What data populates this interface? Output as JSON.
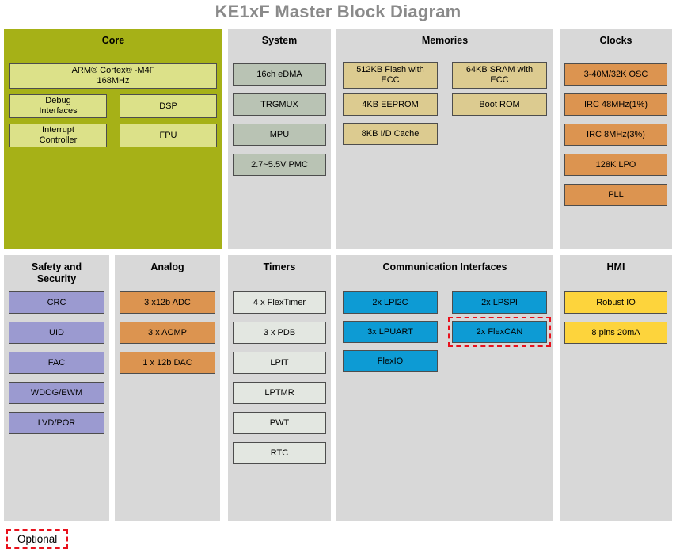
{
  "title": "KE1xF Master Block Diagram",
  "optional_label": "Optional",
  "core": {
    "title": "Core",
    "cpu": "ARM® Cortex® -M4F\n168MHz",
    "blocks": [
      "Debug\nInterfaces",
      "DSP",
      "Interrupt\nController",
      "FPU"
    ]
  },
  "system": {
    "title": "System",
    "blocks": [
      "16ch eDMA",
      "TRGMUX",
      "MPU",
      "2.7~5.5V PMC"
    ]
  },
  "memories": {
    "title": "Memories",
    "col1": [
      "512KB Flash with\nECC",
      "4KB EEPROM",
      "8KB I/D Cache"
    ],
    "col2": [
      "64KB SRAM with\nECC",
      "Boot ROM"
    ]
  },
  "clocks": {
    "title": "Clocks",
    "blocks": [
      "3-40M/32K OSC",
      "IRC 48MHz(1%)",
      "IRC 8MHz(3%)",
      "128K LPO",
      "PLL"
    ]
  },
  "safety": {
    "title": "Safety and\nSecurity",
    "blocks": [
      "CRC",
      "UID",
      "FAC",
      "WDOG/EWM",
      "LVD/POR"
    ]
  },
  "analog": {
    "title": "Analog",
    "blocks": [
      "3 x12b ADC",
      "3 x ACMP",
      "1 x 12b DAC"
    ]
  },
  "timers": {
    "title": "Timers",
    "blocks": [
      "4 x FlexTimer",
      "3 x PDB",
      "LPIT",
      "LPTMR",
      "PWT",
      "RTC"
    ]
  },
  "comm": {
    "title": "Communication Interfaces",
    "col1": [
      "2x LPI2C",
      "3x LPUART",
      "FlexIO"
    ],
    "col2": [
      "2x LPSPI",
      "2x FlexCAN"
    ]
  },
  "hmi": {
    "title": "HMI",
    "blocks": [
      "Robust IO",
      "8 pins 20mA"
    ]
  },
  "colors": {
    "core_panel": "#a6b117",
    "core_block": "#dce189",
    "system_block": "#b9c3b4",
    "memory_block": "#dccb90",
    "clock_block": "#dc9450",
    "safety_block": "#9b9ad0",
    "analog_block": "#dc9450",
    "timer_block": "#e3e7e1",
    "comm_block": "#0d9bd4",
    "hmi_block": "#fdd43c",
    "panel_bg": "#d8d8d8",
    "optional_red": "#e8111c",
    "title_gray": "#8a8a8a"
  }
}
